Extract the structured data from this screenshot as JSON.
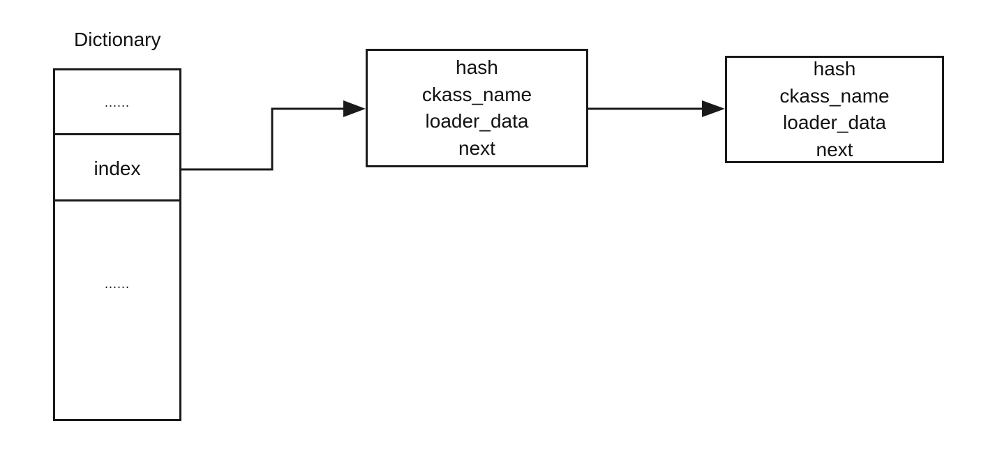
{
  "dictionary": {
    "title": "Dictionary",
    "cells": [
      {
        "label": "......"
      },
      {
        "label": "index"
      },
      {
        "label": "......"
      }
    ]
  },
  "nodes": [
    {
      "fields": [
        "hash",
        "ckass_name",
        "loader_data",
        "next"
      ]
    },
    {
      "fields": [
        "hash",
        "ckass_name",
        "loader_data",
        "next"
      ]
    }
  ],
  "colors": {
    "stroke": "#1a1a1a",
    "background": "#ffffff"
  }
}
